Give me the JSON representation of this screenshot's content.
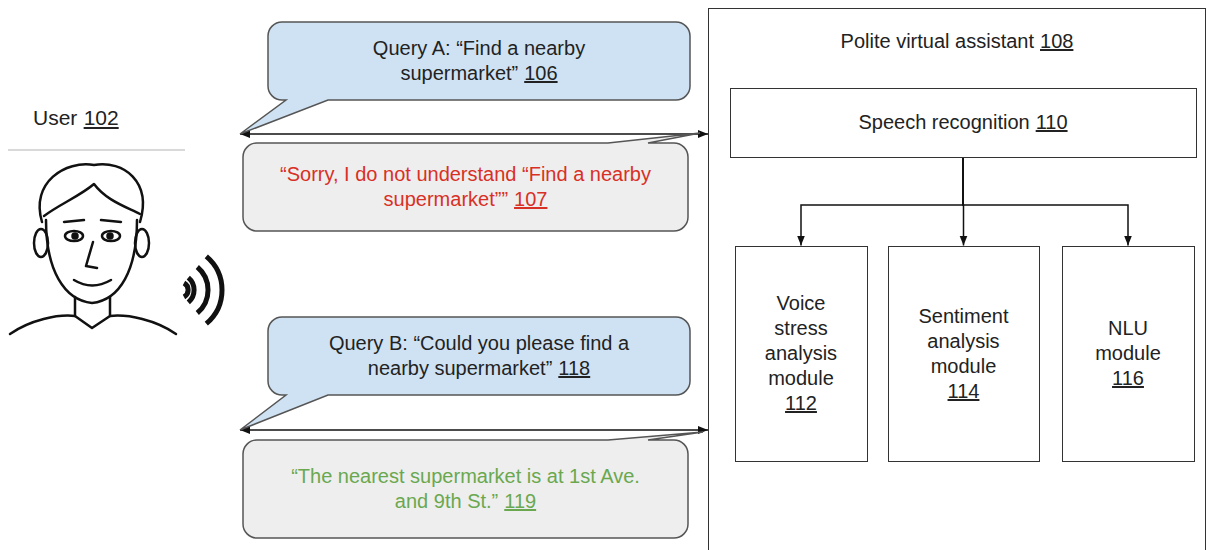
{
  "diagram": {
    "nodes": [
      {
        "text": [
          "User",
          "102"
        ]
      },
      {
        "text": [
          "Query A: “Find a nearby supermarket”",
          "106"
        ]
      },
      {
        "text": [
          "“Sorry, I do not understand “Find a nearby supermarket””",
          "107"
        ]
      },
      {
        "text": [
          "Query B: “Could you please find a nearby supermarket”",
          "118"
        ]
      },
      {
        "text": [
          "“The nearest supermarket is at 1st Ave. and 9th St.”",
          "119"
        ]
      },
      {
        "text": [
          "Polite virtual assistant",
          "108"
        ]
      },
      {
        "text": [
          "Speech recognition",
          "110"
        ],
        "in": 5
      },
      {
        "text": [
          "Voice stress analysis module",
          "112"
        ],
        "in": 5
      },
      {
        "text": [
          "Sentiment analysis module",
          "114"
        ],
        "in": 5
      },
      {
        "text": [
          "NLU module",
          "116"
        ],
        "in": 5
      }
    ],
    "edges": [
      {
        "from": 0,
        "to": 5,
        "arrow": "both"
      },
      {
        "from": 0,
        "to": 5,
        "arrow": "both"
      },
      {
        "from": 6,
        "to": 7,
        "arrow": "to"
      },
      {
        "from": 6,
        "to": 8,
        "arrow": "to"
      },
      {
        "from": 6,
        "to": 9,
        "arrow": "to"
      }
    ]
  }
}
